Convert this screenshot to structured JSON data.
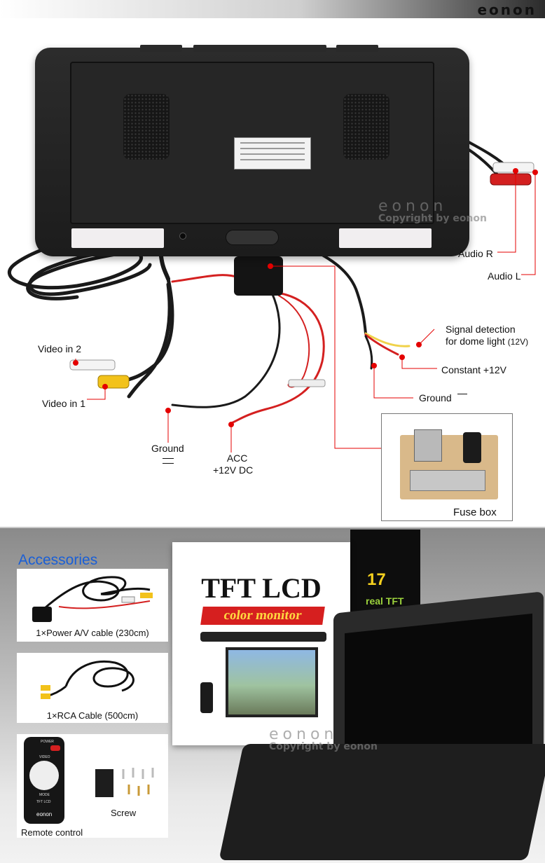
{
  "header": {
    "brand": "eonon"
  },
  "diagram": {
    "watermark_brand": "eonon",
    "watermark_copyright": "Copyright by eonon",
    "labels": {
      "audio_r": "Audio R",
      "audio_l": "Audio L",
      "signal_detection_line1": "Signal detection",
      "signal_detection_line2": "for dome light",
      "signal_detection_voltage": "(12V)",
      "constant": "Constant +12V",
      "ground_right": "Ground",
      "video_in_2": "Video in 2",
      "video_in_1": "Video in 1",
      "ground_left": "Ground",
      "acc_line1": "ACC",
      "acc_line2": "+12V DC",
      "fuse_box": "Fuse box"
    },
    "colors": {
      "callout_red": "#e40000",
      "wire_black": "#1a1a1a",
      "wire_red": "#d42020"
    }
  },
  "accessories": {
    "title": "Accessories",
    "title_color": "#1a5fd6",
    "items": [
      {
        "label": "1×Power A/V cable (230cm)"
      },
      {
        "label": "1×RCA Cable (500cm)"
      },
      {
        "label": "Screw"
      },
      {
        "label": "Remote control"
      }
    ],
    "remote_text": {
      "power": "POWER",
      "video": "VIDEO",
      "mode": "MODE",
      "line1": "TFT LCD",
      "brand": "eonon"
    },
    "box": {
      "title": "TFT LCD",
      "subtitle": "color monitor",
      "size": "17",
      "badge": "real TFT"
    },
    "watermark_brand": "eonon",
    "watermark_copyright": "Copyright by eonon"
  }
}
